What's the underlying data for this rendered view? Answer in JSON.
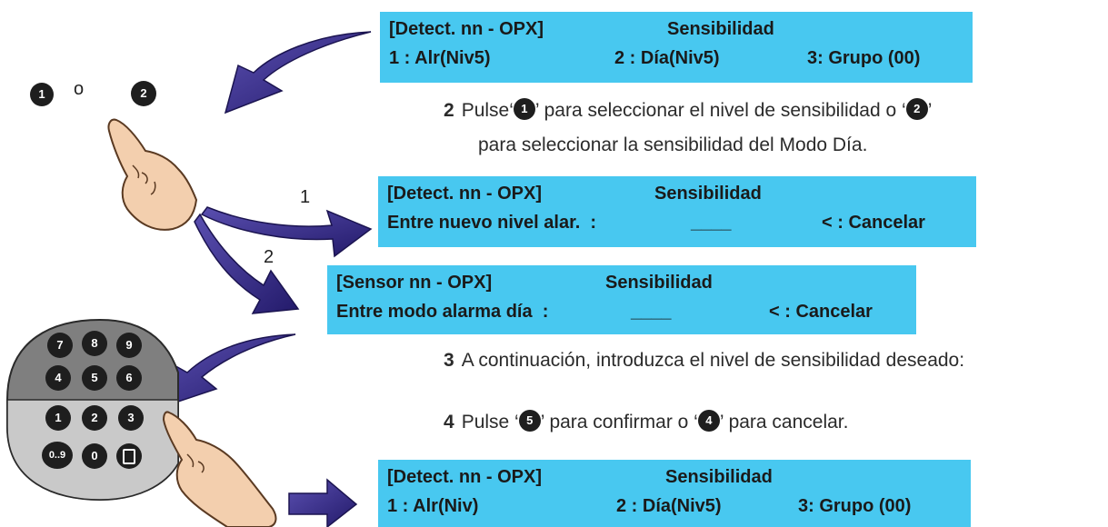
{
  "colors": {
    "lcd": "#48c8f0",
    "arrow": "#3a2f8a",
    "key": "#1e1e1e"
  },
  "top_keys": {
    "k1": "1",
    "or": "o",
    "k2": "2"
  },
  "lcd1": {
    "line1_left": "[Detect. nn - OPX]",
    "line1_right": "Sensibilidad",
    "line2_a": "1 : Alr(Niv5)",
    "line2_b": "2 : Día(Niv5)",
    "line2_c": "3: Grupo (00)"
  },
  "step2": {
    "num": "2",
    "t1": "Pulse‘",
    "k1": "1",
    "t2": "’ para seleccionar el nivel de sensibilidad o ‘",
    "k2": "2",
    "t3": "’",
    "line2": "para seleccionar la sensibilidad del Modo Día."
  },
  "path_labels": {
    "one": "1",
    "two": "2"
  },
  "lcd2": {
    "line1_left": "[Detect. nn - OPX]",
    "line1_right": "Sensibilidad",
    "line2_left": "Entre nuevo nivel alar.  :",
    "line2_blank": "____",
    "line2_right": "< : Cancelar"
  },
  "lcd3": {
    "line1_left": "[Sensor nn - OPX]",
    "line1_right": "Sensibilidad",
    "line2_left": "Entre modo alarma día  :",
    "line2_blank": "____",
    "line2_right": "< : Cancelar"
  },
  "keypad": {
    "keys": [
      "7",
      "8",
      "9",
      "4",
      "5",
      "6",
      "1",
      "2",
      "3",
      "0..9",
      "0"
    ]
  },
  "step3": {
    "num": "3",
    "text": "A continuación, introduzca el nivel de sensibilidad deseado:"
  },
  "step4": {
    "num": "4",
    "t1": "Pulse ‘",
    "k1": "5",
    "t2": "’ para confirmar o ‘",
    "k2": "4",
    "t3": "’ para cancelar."
  },
  "lcd4": {
    "line1_left": "[Detect. nn - OPX]",
    "line1_right": "Sensibilidad",
    "line2_a": "1 : Alr(Niv)",
    "line2_b": "2 : Día(Niv5)",
    "line2_c": "3: Grupo (00)"
  }
}
